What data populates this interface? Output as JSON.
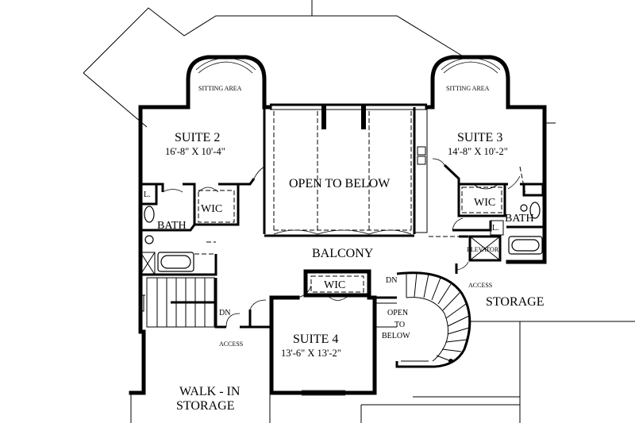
{
  "labels": {
    "sitting_area_left": "SITTING AREA",
    "sitting_area_right": "SITTING AREA",
    "suite2": "SUITE 2",
    "suite2_dim": "16'-8\" X 10'-4\"",
    "suite3": "SUITE 3",
    "suite3_dim": "14'-8\" X 10'-2\"",
    "suite4": "SUITE 4",
    "suite4_dim": "13'-6\" X 13'-2\"",
    "open_to_below": "OPEN TO BELOW",
    "balcony": "BALCONY",
    "wic_left": "WIC",
    "wic_right": "WIC",
    "wic_bottom": "WIC",
    "bath_left": "BATH",
    "bath_right": "BATH",
    "linen_left": "L.",
    "linen_right": "L.",
    "elevator": "ELEVATOR",
    "access_right": "ACCESS",
    "access_left": "ACCESS",
    "storage": "STORAGE",
    "walkin_line1": "WALK - IN",
    "walkin_line2": "STORAGE",
    "dn_left": "DN",
    "dn_right": "DN",
    "stair_open_1": "OPEN",
    "stair_open_2": "TO",
    "stair_open_3": "BELOW"
  }
}
